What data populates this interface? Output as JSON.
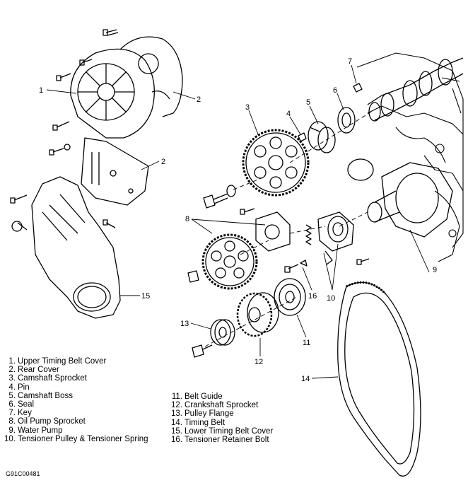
{
  "figure_code": "G91C00481",
  "legend_left": [
    {
      "num": "1.",
      "text": "Upper Timing Belt Cover"
    },
    {
      "num": "2.",
      "text": "Rear Cover"
    },
    {
      "num": "3.",
      "text": "Camshaft Sprocket"
    },
    {
      "num": "4.",
      "text": "Pin"
    },
    {
      "num": "5.",
      "text": "Camshaft Boss"
    },
    {
      "num": "6.",
      "text": "Seal"
    },
    {
      "num": "7.",
      "text": "Key"
    },
    {
      "num": "8.",
      "text": "Oil Pump Sprocket"
    },
    {
      "num": "9.",
      "text": "Water Pump"
    },
    {
      "num": "10.",
      "text": "Tensioner Pulley & Tensioner Spring"
    }
  ],
  "legend_right": [
    {
      "num": "11.",
      "text": "Belt Guide"
    },
    {
      "num": "12.",
      "text": "Crankshaft Sprocket"
    },
    {
      "num": "13.",
      "text": "Pulley Flange"
    },
    {
      "num": "14.",
      "text": "Timing Belt"
    },
    {
      "num": "15.",
      "text": "Lower Timing Belt Cover"
    },
    {
      "num": "16.",
      "text": "Tensioner Retainer Bolt"
    }
  ],
  "callouts": {
    "c1": "1",
    "c2a": "2",
    "c2b": "2",
    "c3": "3",
    "c4": "4",
    "c5": "5",
    "c6": "6",
    "c7": "7",
    "c8": "8",
    "c9": "9",
    "c10": "10",
    "c11": "11",
    "c12": "12",
    "c13": "13",
    "c14": "14",
    "c15": "15",
    "c16": "16"
  }
}
